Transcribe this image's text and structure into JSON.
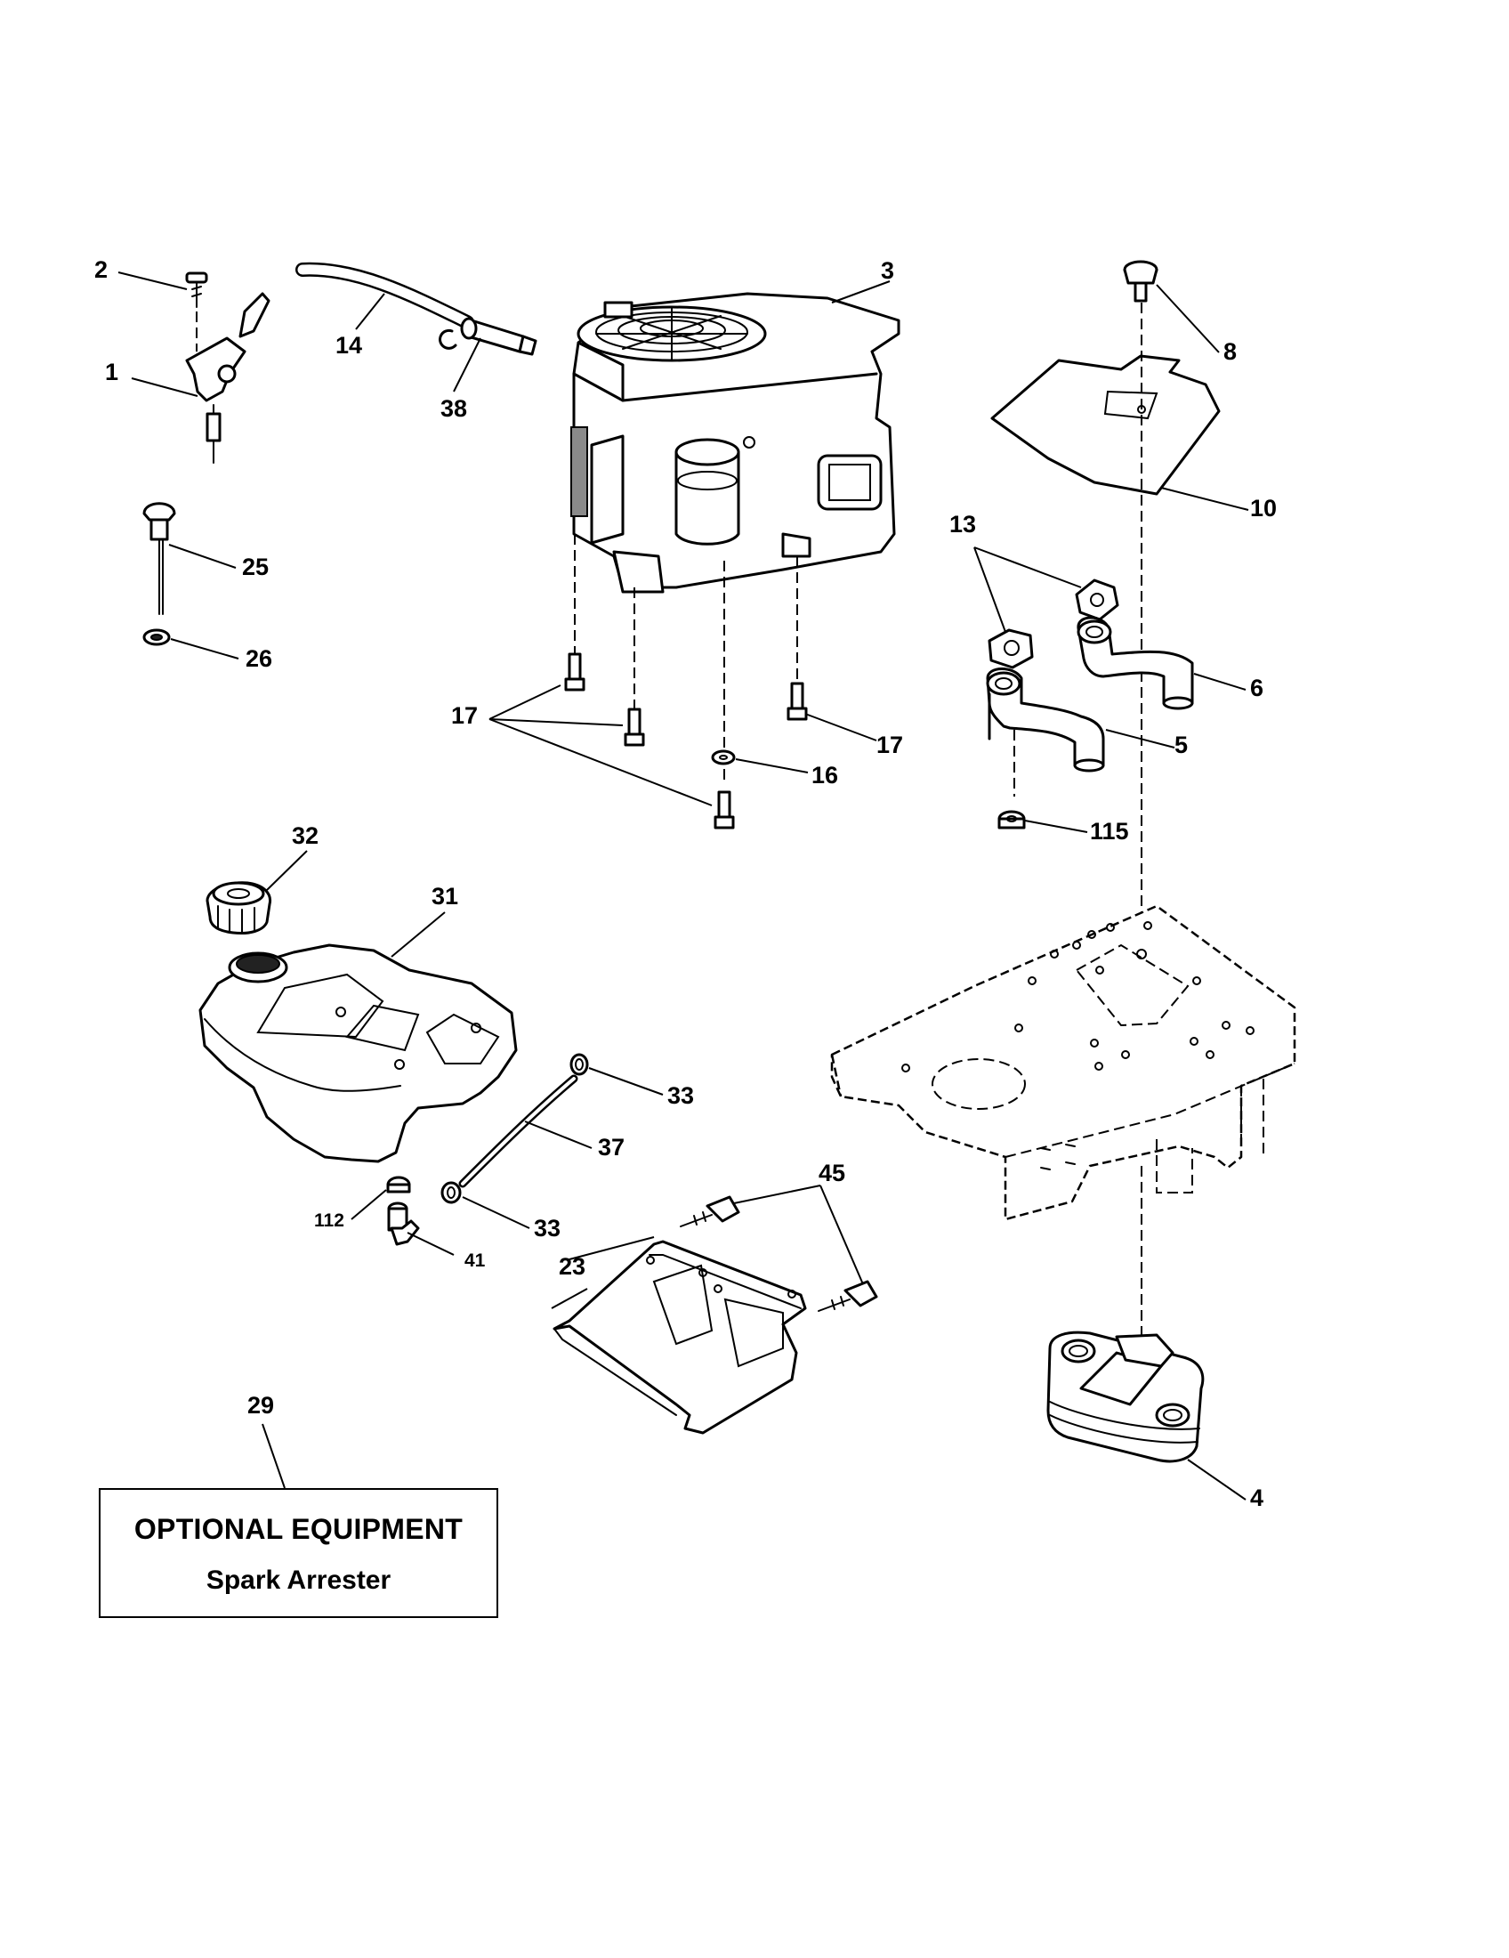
{
  "diagram": {
    "callouts": {
      "c1": "1",
      "c2": "2",
      "c3": "3",
      "c4": "4",
      "c5": "5",
      "c6": "6",
      "c8": "8",
      "c10": "10",
      "c13": "13",
      "c14": "14",
      "c16": "16",
      "c17a": "17",
      "c17b": "17",
      "c23": "23",
      "c25": "25",
      "c26": "26",
      "c29": "29",
      "c31": "31",
      "c32": "32",
      "c33a": "33",
      "c33b": "33",
      "c37": "37",
      "c38": "38",
      "c41": "41",
      "c45": "45",
      "c112": "112",
      "c115": "115"
    },
    "optional_box": {
      "title": "OPTIONAL EQUIPMENT",
      "subtitle": "Spark Arrester"
    }
  }
}
